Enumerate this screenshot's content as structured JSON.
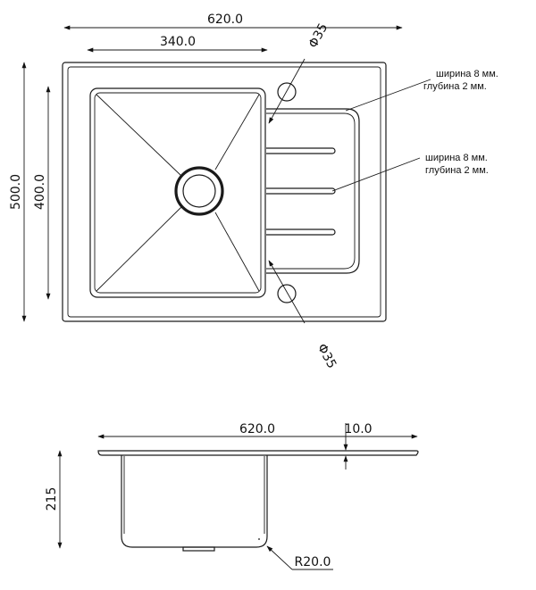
{
  "top_view": {
    "width_label": "620.0",
    "bowl_width_label": "340.0",
    "height_label": "500.0",
    "bowl_height_label": "400.0",
    "hole_top_label": "Φ35",
    "hole_bottom_label": "Φ35",
    "groove_note_1": {
      "line1": "ширина 8 мм.",
      "line2": "глубина 2 мм."
    },
    "groove_note_2": {
      "line1": "ширина 8 мм.",
      "line2": "глубина 2 мм."
    }
  },
  "side_view": {
    "width_label": "620.0",
    "thickness_label": "10.0",
    "depth_label": "215",
    "radius_label": "R20.0"
  }
}
